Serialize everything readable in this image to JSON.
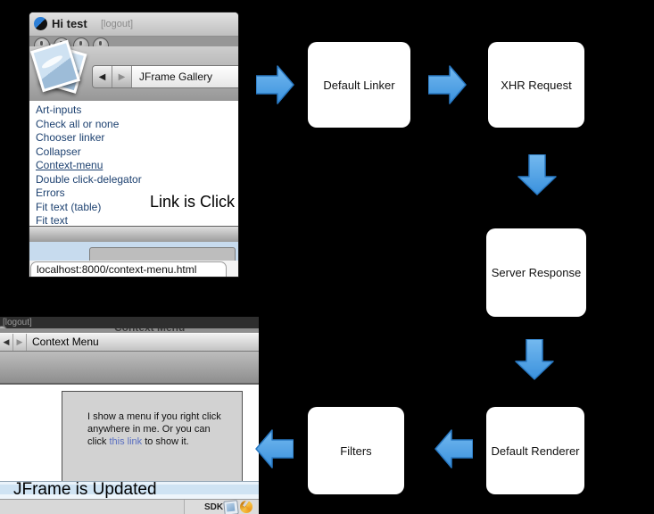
{
  "canvas": {
    "background": "#000000"
  },
  "flowchart": {
    "arrow_color": "#3f94e0",
    "boxes": [
      {
        "label": "Default Linker"
      },
      {
        "label": "XHR Request"
      },
      {
        "label": "Server Response"
      },
      {
        "label": "Default Renderer"
      },
      {
        "label": "Filters"
      }
    ],
    "annotations": {
      "link_clicked": "Link is Click",
      "jframe_updated": "JFrame is Updated"
    }
  },
  "top_browser": {
    "titlebar": {
      "title": "Hi test",
      "logout": "[logout]"
    },
    "toolbar": {
      "back": "◀",
      "forward": "▶",
      "nav_title": "JFrame Gallery"
    },
    "links": [
      "Art-inputs",
      "Check all or none",
      "Chooser linker",
      "Collapser",
      "Context-menu",
      "Double click-delegator",
      "Errors",
      "Fit text (table)",
      "Fit text"
    ],
    "active_link": "Context-menu",
    "status_url": "localhost:8000/context-menu.html"
  },
  "bottom_browser": {
    "titlebar": {
      "logout": "[logout]",
      "window_title": "Context Menu"
    },
    "toolbar": {
      "back": "◀",
      "forward": "▶",
      "nav_title": "Context Menu"
    },
    "panel": {
      "text_before": "I show a menu if you right click anywhere in me. Or you can click ",
      "link_text": "this link",
      "text_after": " to show it."
    },
    "statusbar": {
      "sdk_label": "SDK"
    }
  }
}
